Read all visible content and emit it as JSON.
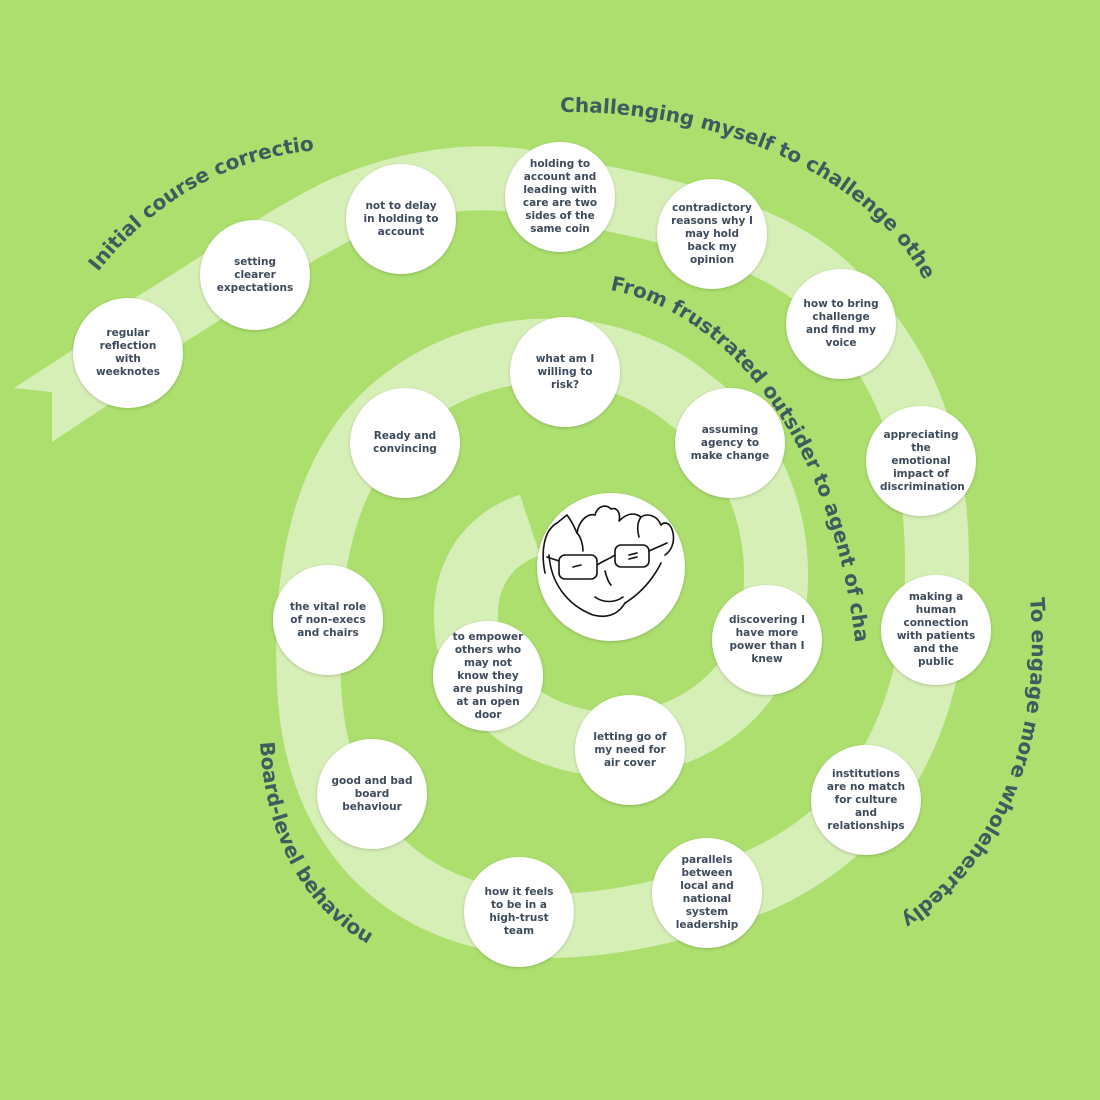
{
  "colors": {
    "background": "#acdf6e",
    "spiral": "#d6efb6",
    "heading": "#3d5c5e",
    "node_fill": "#ffffff",
    "node_text": "#3d4b5c"
  },
  "headings": {
    "initial": "Initial course correction",
    "challenging": "Challenging myself to challenge others",
    "frustrated": "From frustrated outsider to agent of change",
    "engage": "To engage more wholeheartedly",
    "board": "Board-level behaviour"
  },
  "nodes": [
    "regular reflection with weeknotes",
    "setting clearer expectations",
    "not to delay in holding to account",
    "holding to account and leading with care are two sides of the same coin",
    "contradictory reasons why I may hold back my opinion",
    "how to bring challenge and find my voice",
    "appreciating the emotional impact of discrimination",
    "making a human connection with patients and the public",
    "institutions are no match for culture and relationships",
    "parallels between local and national system leadership",
    "how it feels to be in a high-trust team",
    "good and bad board behaviour",
    "the vital role of non-execs and chairs",
    "Ready and convincing",
    "what am I willing to risk?",
    "assuming agency to make change",
    "discovering I have more power than I knew",
    "letting go of my need for air cover",
    "to empower others who may not know they are pushing at an open door"
  ],
  "center": {
    "icon": "face-portrait-icon"
  }
}
